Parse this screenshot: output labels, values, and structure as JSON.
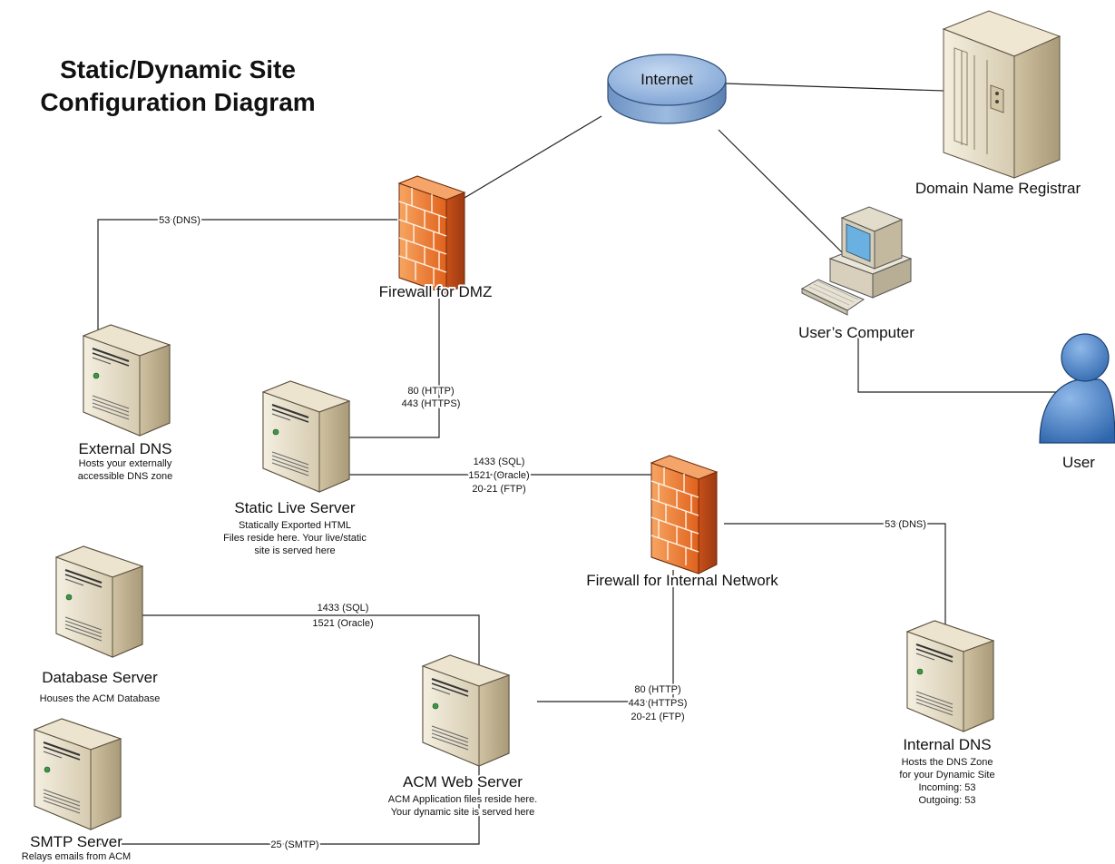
{
  "title": {
    "line1": "Static/Dynamic Site",
    "line2": "Configuration Diagram"
  },
  "nodes": {
    "internet": {
      "name": "Internet",
      "icon": "cloud-network-icon"
    },
    "registrar": {
      "name": "Domain Name Registrar",
      "icon": "server-tower-icon"
    },
    "firewall_dmz": {
      "name": "Firewall for DMZ",
      "icon": "firewall-icon"
    },
    "users_computer": {
      "name": "User’s Computer",
      "icon": "desktop-computer-icon"
    },
    "user": {
      "name": "User",
      "icon": "person-icon"
    },
    "external_dns": {
      "name": "External DNS",
      "desc": [
        "Hosts your externally",
        "accessible DNS zone"
      ],
      "icon": "server-icon"
    },
    "static_live": {
      "name": "Static Live Server",
      "desc": [
        "Statically Exported HTML",
        "Files reside here.  Your live/static",
        "site is served here"
      ],
      "icon": "server-icon"
    },
    "firewall_internal": {
      "name": "Firewall for Internal Network",
      "icon": "firewall-icon"
    },
    "database": {
      "name": "Database Server",
      "desc": [
        "Houses the ACM Database"
      ],
      "icon": "server-icon"
    },
    "acm_web": {
      "name": "ACM Web Server",
      "desc": [
        "ACM Application files reside here.",
        "Your dynamic site is served here"
      ],
      "icon": "server-icon"
    },
    "internal_dns": {
      "name": "Internal DNS",
      "desc": [
        "Hosts the DNS Zone",
        "for your Dynamic Site",
        "Incoming: 53",
        "Outgoing: 53"
      ],
      "icon": "server-icon"
    },
    "smtp": {
      "name": "SMTP Server",
      "desc": [
        "Relays emails from ACM"
      ],
      "icon": "server-icon"
    }
  },
  "ports": {
    "ext_dns": "53 (DNS)",
    "dmz_static": [
      "80 (HTTP)",
      "443 (HTTPS)"
    ],
    "static_internal": [
      "1433 (SQL)",
      "1521 (Oracle)",
      "20-21 (FTP)"
    ],
    "int_dns": "53 (DNS)",
    "db_acm": [
      "1433 (SQL)",
      "1521 (Oracle)"
    ],
    "acm_internal": [
      "80 (HTTP)",
      "443 (HTTPS)",
      "20-21 (FTP)"
    ],
    "smtp_acm": "25 (SMTP)"
  },
  "colors": {
    "firewall": "#f07a2a",
    "internet": "#8fb2dc",
    "user": "#4f86c8",
    "server": "#e6ddc6"
  }
}
